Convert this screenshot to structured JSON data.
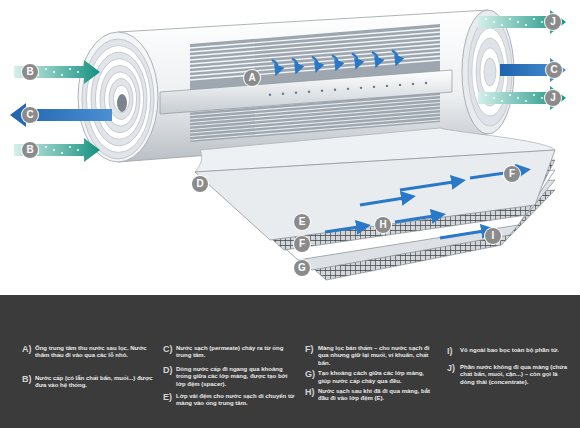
{
  "diagram": {
    "nodes": [
      {
        "text": [
          "J"
        ]
      },
      {
        "text": [
          "B"
        ]
      },
      {
        "text": [
          "C"
        ]
      },
      {
        "text": [
          "A"
        ]
      },
      {
        "text": [
          "J"
        ]
      },
      {
        "text": [
          "C"
        ]
      },
      {
        "text": [
          "B"
        ]
      },
      {
        "text": [
          "F"
        ]
      },
      {
        "text": [
          "D"
        ]
      },
      {
        "text": [
          "E"
        ]
      },
      {
        "text": [
          "H"
        ]
      },
      {
        "text": [
          "I"
        ]
      },
      {
        "text": [
          "F"
        ]
      },
      {
        "text": [
          "G"
        ]
      }
    ],
    "labels": [
      "A)",
      "Ống trung tâm thu nước sau lọc. Nước thẩm thấu đi vào qua các lỗ nhỏ.",
      "B)",
      "Nước cấp (có lẫn chất bẩn, muối...) được đưa vào hệ thống.",
      "C)",
      "Nước sạch (permeate) chảy ra từ ống trung tâm.",
      "D)",
      "Dòng nước cấp đi ngang qua khoảng trống giữa các lớp màng, được tạo bởi lớp đệm (spacer).",
      "E)",
      "Lớp vải đệm cho nước sạch di chuyển từ màng vào ống trung tâm.",
      "F)",
      "Màng lọc bán thấm – cho nước sạch đi qua nhưng giữ lại muối, vi khuẩn, chất bẩn.",
      "G)",
      "Tạo khoảng cách giữa các lớp màng, giúp nước cấp chảy qua đều.",
      "H)",
      "Nước sạch sau khi đã đi qua màng, bắt đầu đi vào lớp đệm (E).",
      "I)",
      "Vỏ ngoài bao bọc toàn bộ phần tử.",
      "J)",
      "Phần nước không đi qua màng (chứa chất bẩn, muối, cặn...) – còn gọi là dòng thải (concentrate)."
    ]
  }
}
